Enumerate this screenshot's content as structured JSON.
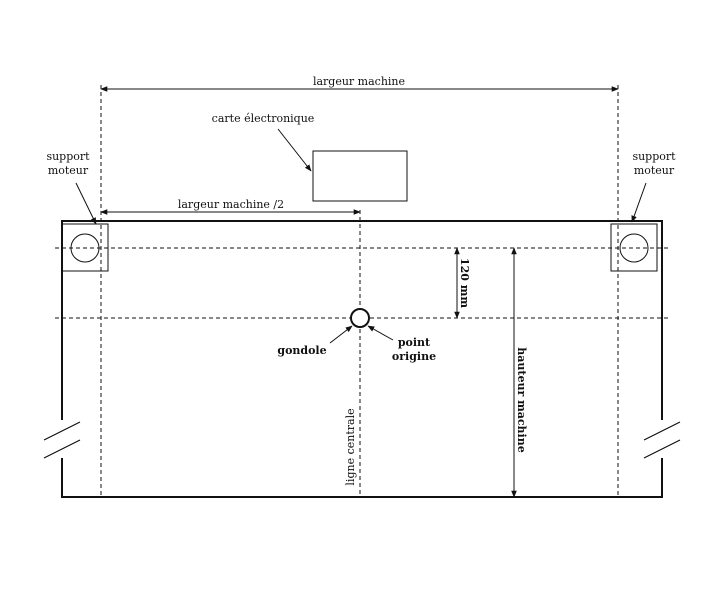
{
  "labels": {
    "machine_width": "largeur machine",
    "electronic_board": "carte électronique",
    "motor_support_left": [
      "support",
      "moteur"
    ],
    "motor_support_right": [
      "support",
      "moteur"
    ],
    "half_width": "largeur machine /2",
    "offset": "120 mm",
    "machine_height": "hauteur machine",
    "gondola": "gondole",
    "origin_point": [
      "point",
      "origine"
    ],
    "center_line": "ligne centrale"
  },
  "colors": {
    "line": "#111111",
    "background": "#ffffff"
  }
}
